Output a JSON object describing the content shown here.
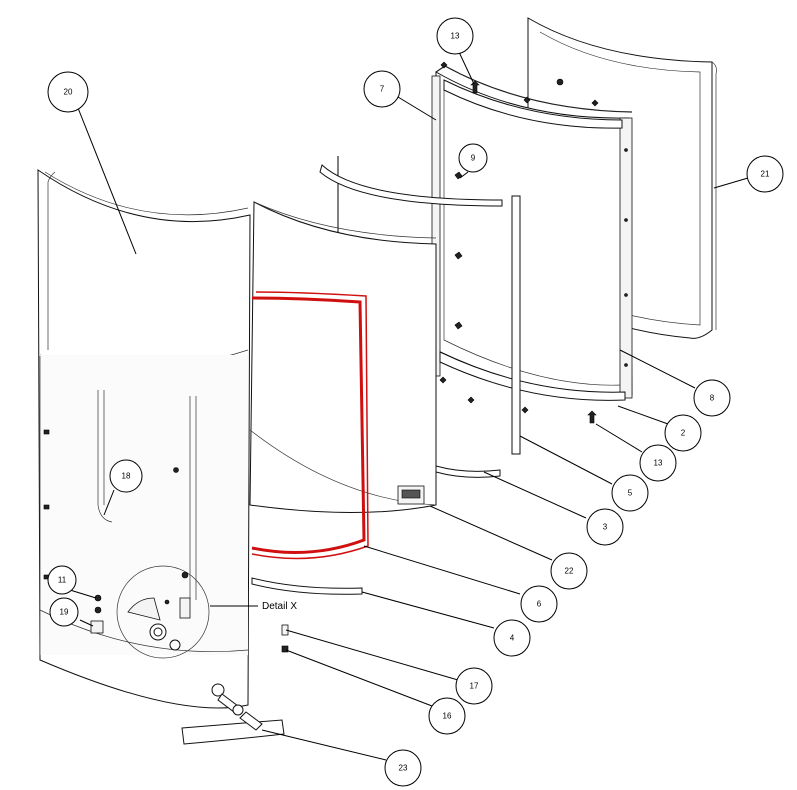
{
  "title": "",
  "detail_label": "Detail X",
  "callouts": [
    {
      "id": "c20",
      "label": "20"
    },
    {
      "id": "c13a",
      "label": "13"
    },
    {
      "id": "c7",
      "label": "7"
    },
    {
      "id": "c9",
      "label": "9"
    },
    {
      "id": "c21",
      "label": "21"
    },
    {
      "id": "c8",
      "label": "8"
    },
    {
      "id": "c2",
      "label": "2"
    },
    {
      "id": "c13b",
      "label": "13"
    },
    {
      "id": "c5",
      "label": "5"
    },
    {
      "id": "c3",
      "label": "3"
    },
    {
      "id": "c22",
      "label": "22"
    },
    {
      "id": "c6",
      "label": "6"
    },
    {
      "id": "c4",
      "label": "4"
    },
    {
      "id": "c17",
      "label": "17"
    },
    {
      "id": "c16",
      "label": "16"
    },
    {
      "id": "c23",
      "label": "23"
    },
    {
      "id": "c18",
      "label": "18"
    },
    {
      "id": "c11",
      "label": "11"
    },
    {
      "id": "c19",
      "label": "19"
    }
  ],
  "colors": {
    "gasket": "#d01010",
    "line": "#000000",
    "background": "#ffffff"
  }
}
